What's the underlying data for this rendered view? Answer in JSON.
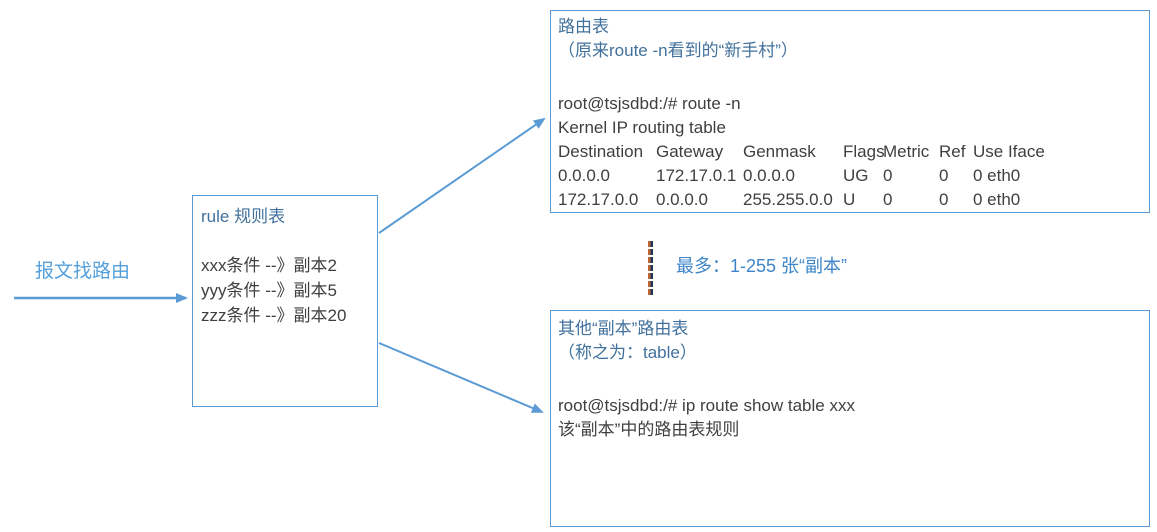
{
  "left_label": "报文找路由",
  "rule_box": {
    "title": "rule 规则表",
    "items": [
      "xxx条件 --》副本2",
      "yyy条件 --》副本5",
      "zzz条件 --》副本20"
    ]
  },
  "main_table_box": {
    "title": "路由表",
    "subtitle": "（原来route -n看到的“新手村”）",
    "command": "root@tsjsdbd:/# route -n",
    "table_caption": "Kernel IP routing table",
    "headers": [
      "Destination",
      "Gateway",
      "Genmask",
      "Flags",
      "Metric",
      "Ref",
      "Use Iface"
    ],
    "rows": [
      [
        "0.0.0.0",
        "172.17.0.1",
        "0.0.0.0",
        "UG",
        "0",
        "0",
        "0 eth0"
      ],
      [
        "172.17.0.0",
        "0.0.0.0",
        "255.255.0.0",
        "U",
        "0",
        "0",
        "0 eth0"
      ]
    ]
  },
  "middle_note": "最多：1-255 张“副本”",
  "other_table_box": {
    "title": "其他“副本”路由表",
    "subtitle": "（称之为：table）",
    "command": "root@tsjsdbd:/# ip route show table xxx",
    "description": "该“副本”中的路由表规则"
  },
  "colors": {
    "box_border": "#5b9bd5",
    "arrow": "#5b9bd5",
    "box_title_blue": "#41719c",
    "note_blue": "#3d85c8",
    "left_label_blue": "#55a0dc",
    "body_text": "#3f3f3f",
    "dot_orange": "#bf6532",
    "dot_navy": "#24365d"
  }
}
